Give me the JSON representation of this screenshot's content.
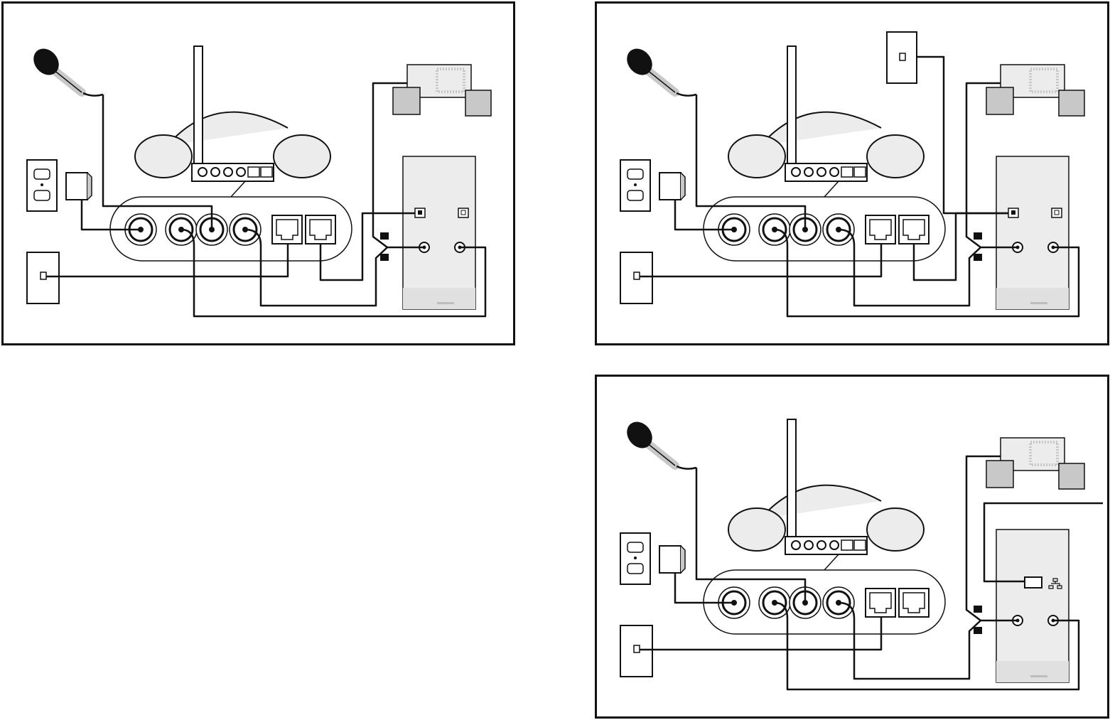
{
  "page": {
    "background": "#ffffff",
    "line_color": "#111111",
    "device_fill": "#ececec",
    "device_shade": "#c8c8c8"
  },
  "panels": [
    {
      "id": "panel-1",
      "devices": [
        "microphone-icon",
        "power-outlet-icon",
        "power-adapter-icon",
        "phone-wall-jack-icon",
        "headset-base-icon",
        "connection-panel-icon",
        "speakers-icon",
        "computer-tower-icon"
      ],
      "extra": "none"
    },
    {
      "id": "panel-2",
      "devices": [
        "microphone-icon",
        "power-outlet-icon",
        "power-adapter-icon",
        "phone-wall-jack-icon",
        "headset-base-icon",
        "connection-panel-icon",
        "speakers-icon",
        "computer-tower-icon",
        "second-phone-wall-jack-icon"
      ],
      "extra": "second-jack"
    },
    {
      "id": "panel-3",
      "devices": [
        "microphone-icon",
        "power-outlet-icon",
        "power-adapter-icon",
        "phone-wall-jack-icon",
        "headset-base-icon",
        "connection-panel-icon",
        "speakers-icon",
        "computer-tower-icon",
        "network-port-icon"
      ],
      "extra": "network"
    }
  ]
}
